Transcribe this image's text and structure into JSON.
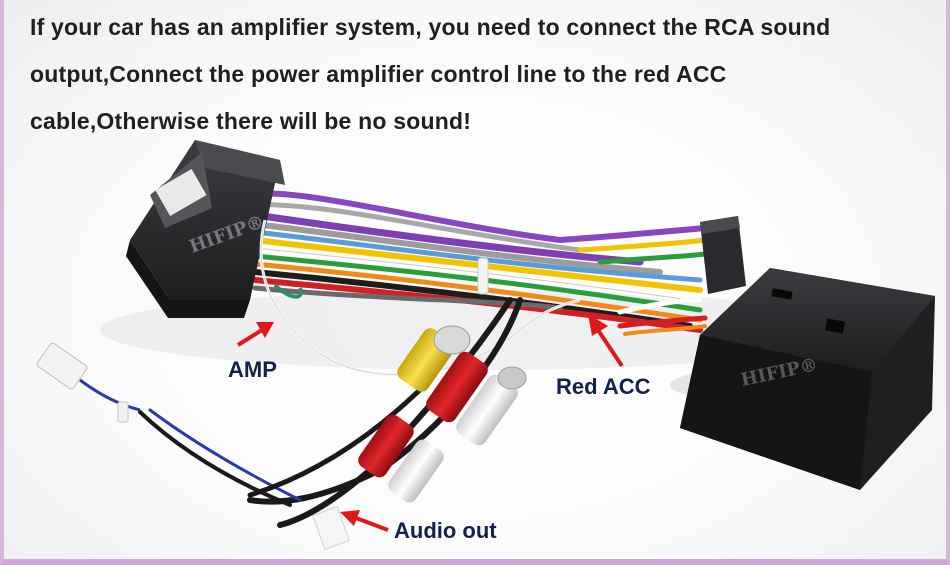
{
  "caption": {
    "line1": "If your car has an amplifier system, you need to connect the RCA sound",
    "line2": "output,Connect the power amplifier control line to the red ACC",
    "line3": "cable,Otherwise there will be no sound!"
  },
  "labels": {
    "amp": "AMP",
    "red_acc": "Red ACC",
    "audio_out": "Audio out"
  },
  "watermark": "HIFIP®",
  "colors": {
    "arrow": "#e01818",
    "label_text": "#13224b",
    "frame": "#d9b7dc",
    "connector": "#2a2b2d"
  }
}
